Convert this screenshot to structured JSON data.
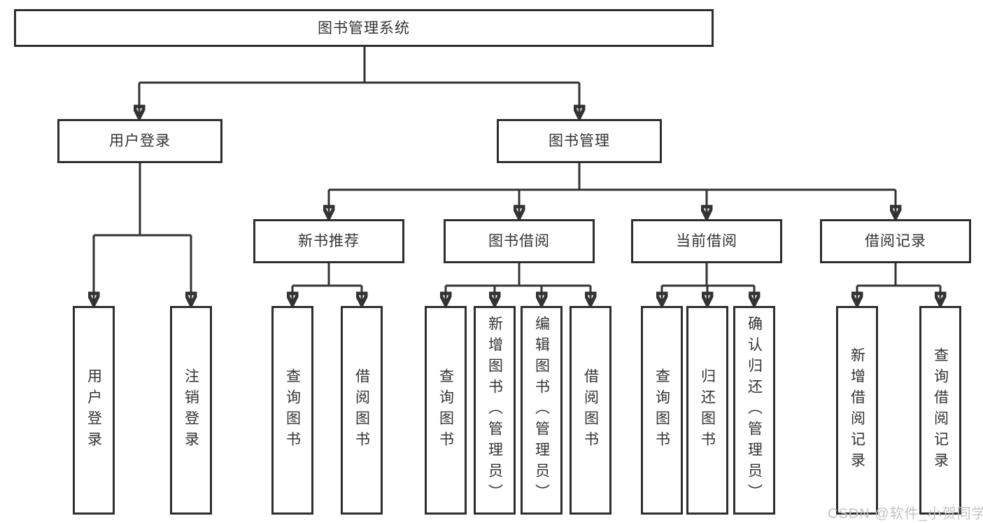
{
  "tree": {
    "label": "图书管理系统",
    "children": [
      {
        "label": "用户登录",
        "children": [
          {
            "label": "用户登录"
          },
          {
            "label": "注销登录"
          }
        ]
      },
      {
        "label": "图书管理",
        "children": [
          {
            "label": "新书推荐",
            "children": [
              {
                "label": "查询图书"
              },
              {
                "label": "借阅图书"
              }
            ]
          },
          {
            "label": "图书借阅",
            "children": [
              {
                "label": "查询图书"
              },
              {
                "label": "新增图书（管理员）"
              },
              {
                "label": "编辑图书（管理员）"
              },
              {
                "label": "借阅图书"
              }
            ]
          },
          {
            "label": "当前借阅",
            "children": [
              {
                "label": "查询图书"
              },
              {
                "label": "归还图书"
              },
              {
                "label": "确认归还（管理员）"
              }
            ]
          },
          {
            "label": "借阅记录",
            "children": [
              {
                "label": "新增借阅记录"
              },
              {
                "label": "查询借阅记录"
              }
            ]
          }
        ]
      }
    ]
  },
  "watermark": {
    "text": "CSDN @软件_小贺同学"
  },
  "colors": {
    "line": "#333333",
    "box_border": "#2e2e2e",
    "box_fill": "#ffffff",
    "text": "#333333",
    "watermark": "#c3c3c3"
  }
}
